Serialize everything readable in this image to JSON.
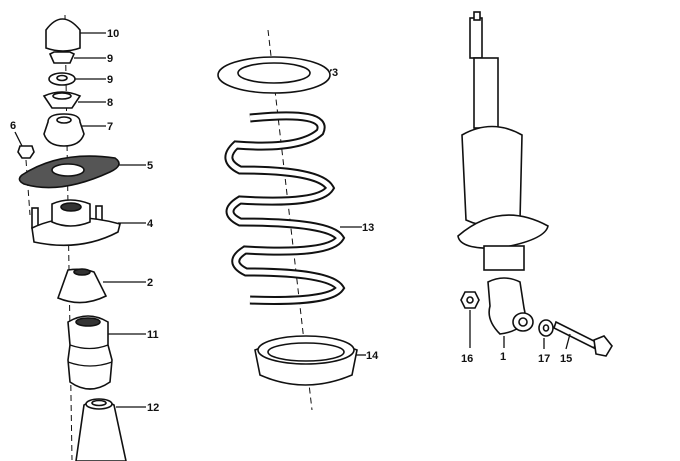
{
  "diagram": {
    "title": "Front strut assembly exploded parts diagram",
    "labels": {
      "top_mount_cap": "10",
      "nut_upper": "9",
      "nut_lower": "9",
      "washer_cup": "8",
      "rubber_bushing": "7",
      "mount_nut": "6",
      "gasket": "5",
      "strut_mount": "4",
      "bump_stop_cup": "2",
      "bump_stop": "11",
      "dust_boot": "12",
      "upper_spring_seat": "3",
      "coil_spring": "13",
      "lower_spring_seat": "14",
      "nut_16": "16",
      "shock_absorber": "1",
      "washer_17": "17",
      "bolt_15": "15"
    }
  }
}
